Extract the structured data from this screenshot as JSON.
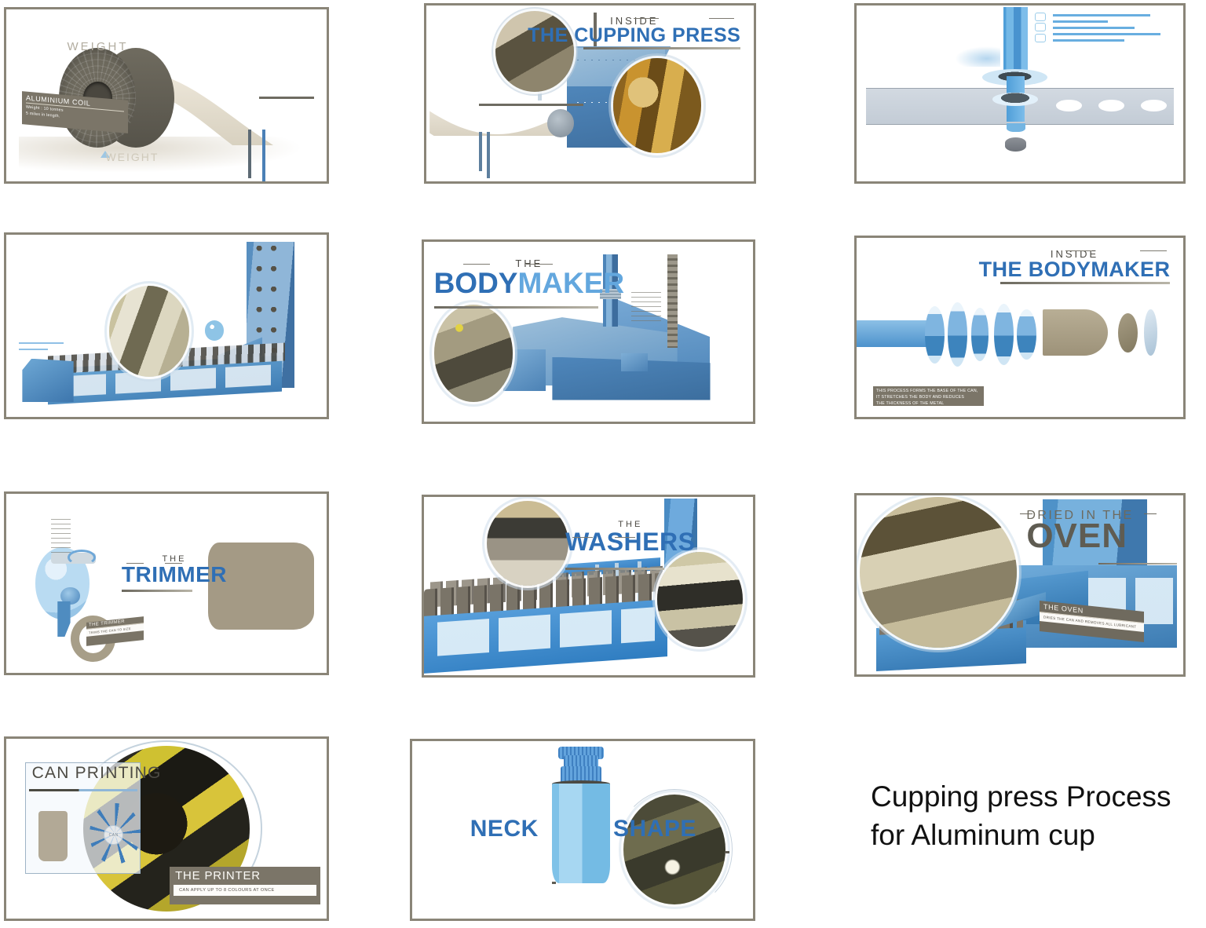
{
  "page": {
    "title_line1": "Cupping press Process",
    "title_line2": "for Aluminum cup",
    "background": "#ffffff",
    "panel_border_color": "#8a8578",
    "accent_blue_dark": "#2f6fb5",
    "accent_blue_light": "#63a7de",
    "plate_color": "#7b7568"
  },
  "panels": [
    {
      "id": "aluminium-coil",
      "index": 1,
      "row": 1,
      "col": 1,
      "label_top": "WEIGHT",
      "label_bottom": "WEIGHT",
      "plate": {
        "title": "ALUMINIUM COIL",
        "line1": "Weight : 10 tonnes",
        "line2": "5 miles in length."
      }
    },
    {
      "id": "cupping-press",
      "index": 2,
      "row": 1,
      "col": 2,
      "eyebrow": "INSIDE",
      "headline": "THE CUPPING PRESS"
    },
    {
      "id": "punch-and-sheet",
      "index": 3,
      "row": 1,
      "col": 3,
      "caption": ""
    },
    {
      "id": "conveyor-elevator",
      "index": 4,
      "row": 2,
      "col": 1,
      "caption": ""
    },
    {
      "id": "bodymaker",
      "index": 5,
      "row": 2,
      "col": 2,
      "eyebrow": "THE",
      "headline_part1": "BODY",
      "headline_part2": "MAKER"
    },
    {
      "id": "inside-bodymaker",
      "index": 6,
      "row": 2,
      "col": 3,
      "eyebrow": "INSIDE",
      "headline": "THE BODYMAKER",
      "plate": {
        "line1": "THIS PROCESS FORMS THE BASE OF THE CAN,",
        "line2": "IT STRETCHES THE BODY AND REDUCES",
        "line3": "THE THICKNESS OF THE METAL"
      }
    },
    {
      "id": "trimmer",
      "index": 7,
      "row": 3,
      "col": 1,
      "eyebrow": "THE",
      "headline": "TRIMMER",
      "plate": {
        "title": "THE TRIMMER",
        "line1": "TRIMS THE CAN TO SIZE"
      }
    },
    {
      "id": "washers",
      "index": 8,
      "row": 3,
      "col": 2,
      "eyebrow": "THE",
      "headline": "WASHERS"
    },
    {
      "id": "oven",
      "index": 9,
      "row": 3,
      "col": 3,
      "eyebrow": "DRIED IN THE",
      "headline": "OVEN",
      "plate": {
        "title": "THE OVEN",
        "line1": "DRIES THE CAN AND REMOVES ALL LUBRICANT"
      }
    },
    {
      "id": "printer",
      "index": 10,
      "row": 4,
      "col": 1,
      "card_title": "CAN PRINTING",
      "hub_label": "CAN",
      "plate": {
        "title": "THE PRINTER",
        "line1": "CAN APPLY UP TO 8 COLOURS AT ONCE"
      }
    },
    {
      "id": "neck-shape",
      "index": 11,
      "row": 4,
      "col": 2,
      "headline_left": "NECK",
      "headline_right": "SHAPE"
    }
  ]
}
